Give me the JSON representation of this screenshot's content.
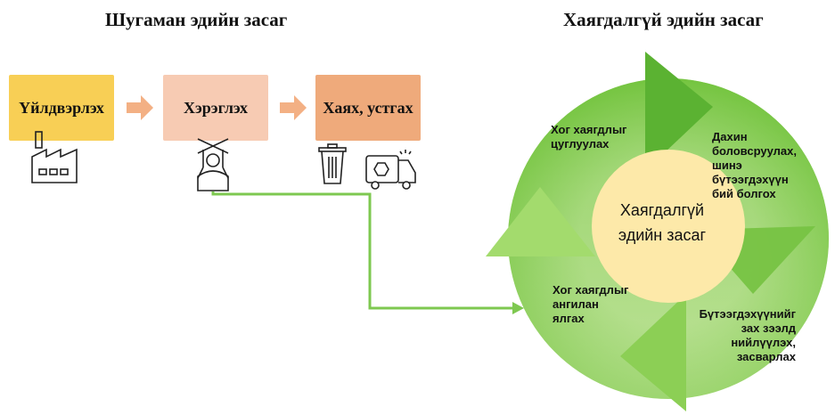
{
  "linear": {
    "title": "Шугаман эдийн засаг",
    "steps": [
      "Үйлдвэрлэх",
      "Хэрэглэх",
      "Хаях, устгах"
    ]
  },
  "circular": {
    "title": "Хаягдалгүй эдийн засаг",
    "center": [
      "Хаягдалгүй",
      "эдийн засаг"
    ],
    "stages": {
      "collect": "Хог хаягдлыг цуглуулах",
      "recycle": "Дахин боловсруулах, шинэ бүтээгдэхүүн бий болгох",
      "sort": "Хог хаягдлыг ангилан ялгах",
      "repair": "Бүтээгдэхүүнийг зах зээлд нийлүүлэх, засварлах"
    }
  },
  "icons": {
    "produce": "factory-icon",
    "consume": "consumer-puppet-icon",
    "dispose_1": "trash-can-icon",
    "dispose_2": "garbage-truck-icon"
  },
  "colors": {
    "produce_box": "#f8cf55",
    "consume_box": "#f7cbb3",
    "dispose_box": "#efaa7b",
    "flow_arrow": "#f3b084",
    "ring_green": "#8fd14f",
    "ring_dark_green": "#5bb232",
    "center_fill": "#fde9a9",
    "connector": "#7ec850"
  }
}
